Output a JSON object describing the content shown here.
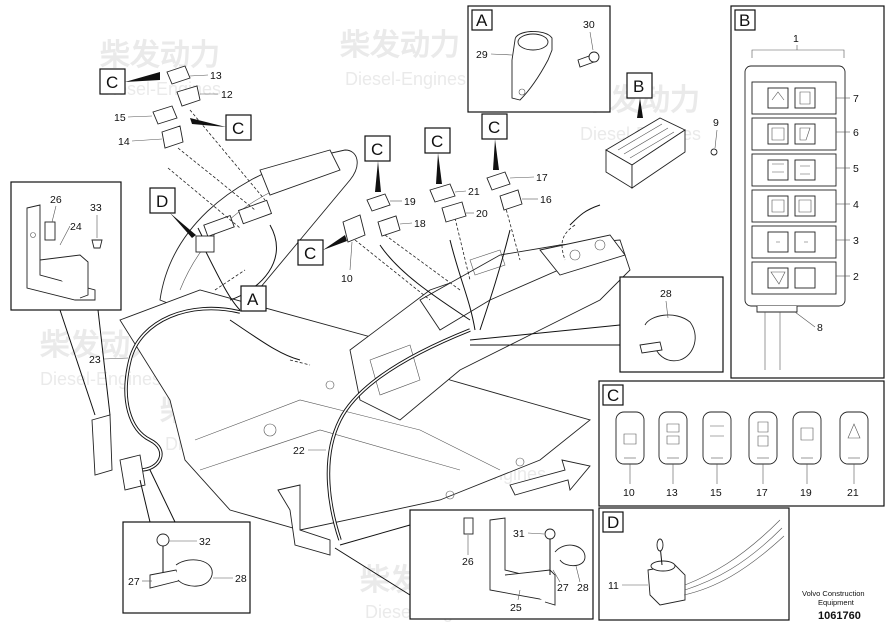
{
  "watermark": {
    "brand": "柴发动力",
    "sub": "Diesel-Engines"
  },
  "detail_letters": {
    "a": "A",
    "b": "B",
    "c": "C",
    "d": "D"
  },
  "callouts": {
    "c_tag": "C",
    "d_tag": "D",
    "a_tag": "A",
    "b_tag": "B",
    "n1": "1",
    "n2": "2",
    "n3": "3",
    "n4": "4",
    "n5": "5",
    "n6": "6",
    "n7": "7",
    "n8": "8",
    "n9": "9",
    "n10": "10",
    "n11": "11",
    "n12": "12",
    "n13": "13",
    "n14": "14",
    "n15": "15",
    "n16": "16",
    "n17": "17",
    "n18": "18",
    "n19": "19",
    "n20": "20",
    "n21": "21",
    "n22": "22",
    "n23": "23",
    "n24": "24",
    "n25": "25",
    "n26": "26",
    "n27": "27",
    "n28": "28",
    "n29": "29",
    "n30": "30",
    "n31": "31",
    "n32": "32",
    "n33": "33"
  },
  "footer": {
    "company": "Volvo Construction",
    "dept": "Equipment",
    "drawing_no": "1061760"
  }
}
